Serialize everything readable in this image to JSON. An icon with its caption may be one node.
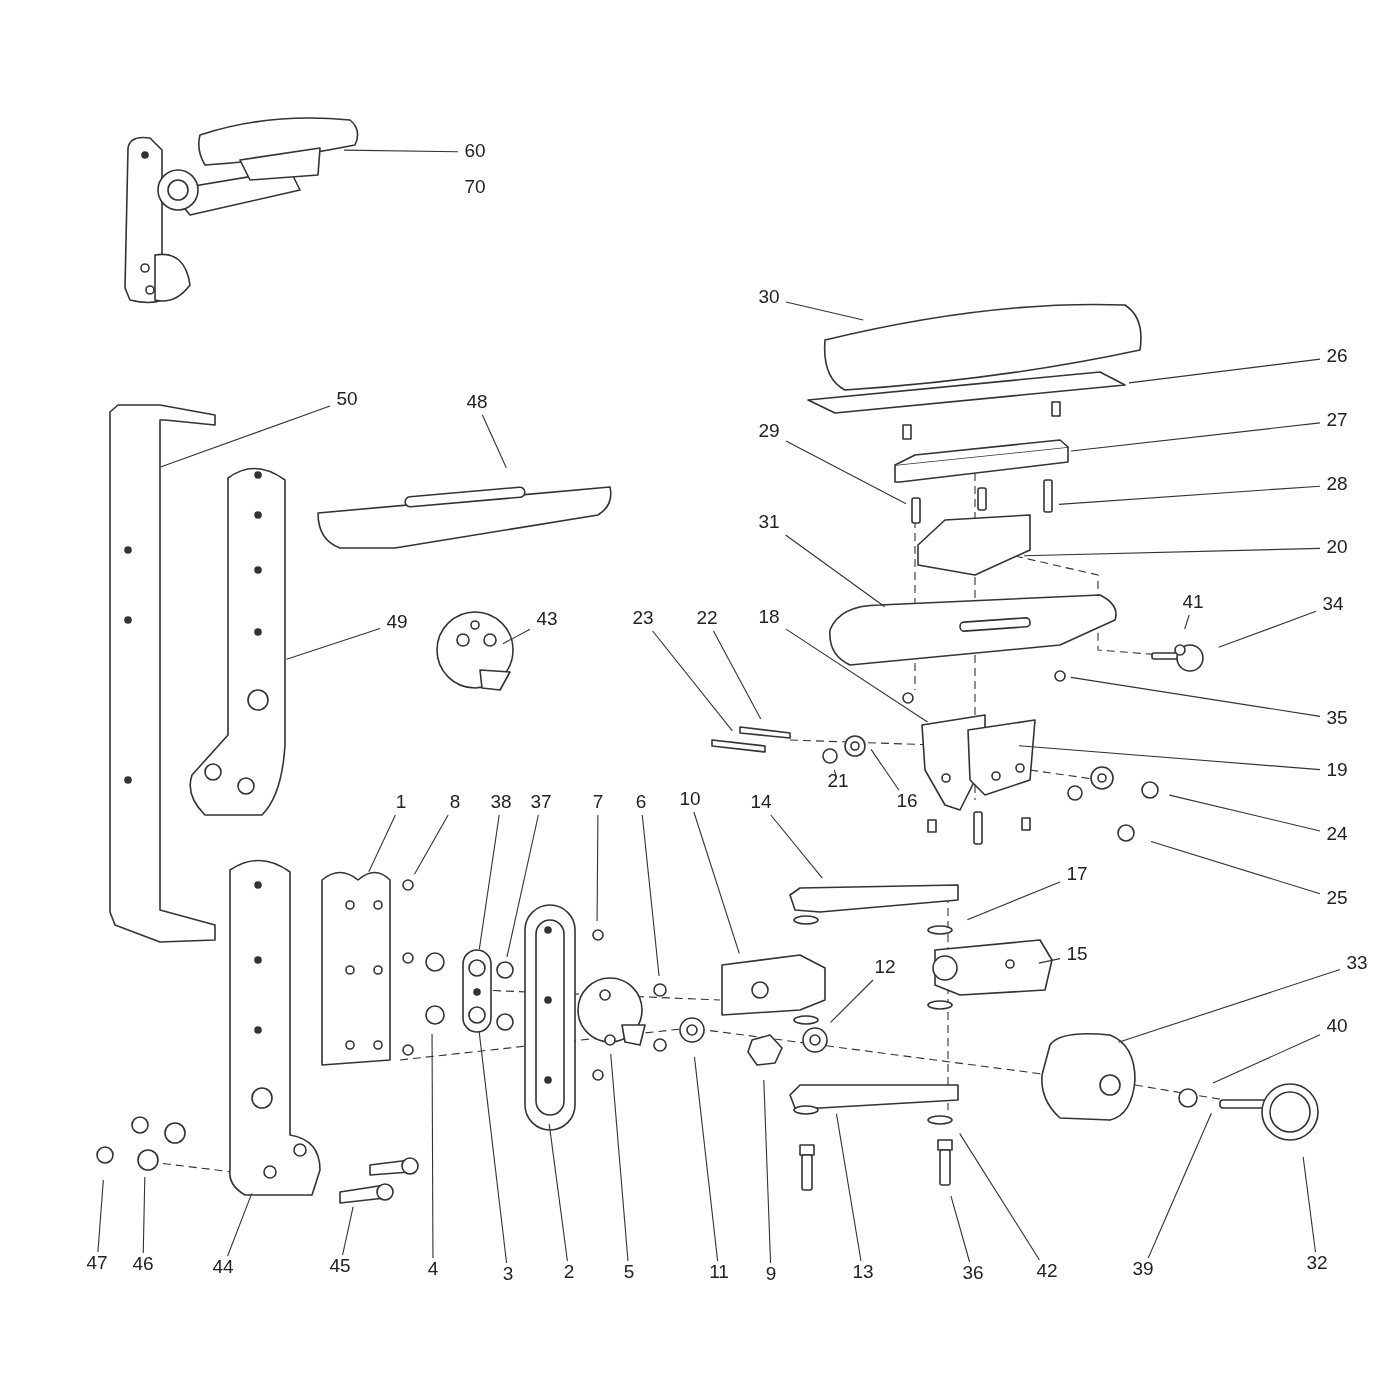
{
  "diagram": {
    "nodes": [
      {
        "text": [
          "60"
        ]
      },
      {
        "text": [
          "70"
        ]
      },
      {
        "text": [
          "30"
        ]
      },
      {
        "text": [
          "26"
        ]
      },
      {
        "text": [
          "50"
        ]
      },
      {
        "text": [
          "48"
        ]
      },
      {
        "text": [
          "27"
        ]
      },
      {
        "text": [
          "29"
        ]
      },
      {
        "text": [
          "28"
        ]
      },
      {
        "text": [
          "31"
        ]
      },
      {
        "text": [
          "20"
        ]
      },
      {
        "text": [
          "41"
        ]
      },
      {
        "text": [
          "34"
        ]
      },
      {
        "text": [
          "23"
        ]
      },
      {
        "text": [
          "22"
        ]
      },
      {
        "text": [
          "18"
        ]
      },
      {
        "text": [
          "43"
        ]
      },
      {
        "text": [
          "49"
        ]
      },
      {
        "text": [
          "35"
        ]
      },
      {
        "text": [
          "19"
        ]
      },
      {
        "text": [
          "21"
        ]
      },
      {
        "text": [
          "16"
        ]
      },
      {
        "text": [
          "10"
        ]
      },
      {
        "text": [
          "1"
        ]
      },
      {
        "text": [
          "8"
        ]
      },
      {
        "text": [
          "38"
        ]
      },
      {
        "text": [
          "37"
        ]
      },
      {
        "text": [
          "7"
        ]
      },
      {
        "text": [
          "6"
        ]
      },
      {
        "text": [
          "14"
        ]
      },
      {
        "text": [
          "24"
        ]
      },
      {
        "text": [
          "17"
        ]
      },
      {
        "text": [
          "25"
        ]
      },
      {
        "text": [
          "15"
        ]
      },
      {
        "text": [
          "33"
        ]
      },
      {
        "text": [
          "12"
        ]
      },
      {
        "text": [
          "40"
        ]
      },
      {
        "text": [
          "47"
        ]
      },
      {
        "text": [
          "46"
        ]
      },
      {
        "text": [
          "44"
        ]
      },
      {
        "text": [
          "45"
        ]
      },
      {
        "text": [
          "4"
        ]
      },
      {
        "text": [
          "3"
        ]
      },
      {
        "text": [
          "2"
        ]
      },
      {
        "text": [
          "5"
        ]
      },
      {
        "text": [
          "11"
        ]
      },
      {
        "text": [
          "9"
        ]
      },
      {
        "text": [
          "13"
        ]
      },
      {
        "text": [
          "36"
        ]
      },
      {
        "text": [
          "42"
        ]
      },
      {
        "text": [
          "39"
        ]
      },
      {
        "text": [
          "32"
        ]
      }
    ],
    "edges": [
      {
        "from": 0,
        "to": null,
        "arrow": "none"
      },
      {
        "from": 2,
        "to": null,
        "arrow": "none"
      },
      {
        "from": 3,
        "to": null,
        "arrow": "none"
      },
      {
        "from": 4,
        "to": null,
        "arrow": "none"
      },
      {
        "from": 5,
        "to": null,
        "arrow": "none"
      },
      {
        "from": 6,
        "to": null,
        "arrow": "none"
      },
      {
        "from": 7,
        "to": null,
        "arrow": "none"
      },
      {
        "from": 8,
        "to": null,
        "arrow": "none"
      },
      {
        "from": 9,
        "to": null,
        "arrow": "none"
      },
      {
        "from": 10,
        "to": null,
        "arrow": "none"
      },
      {
        "from": 11,
        "to": null,
        "arrow": "none"
      },
      {
        "from": 12,
        "to": null,
        "arrow": "none"
      },
      {
        "from": 13,
        "to": null,
        "arrow": "none"
      },
      {
        "from": 14,
        "to": null,
        "arrow": "none"
      },
      {
        "from": 15,
        "to": null,
        "arrow": "none"
      },
      {
        "from": 16,
        "to": null,
        "arrow": "none"
      },
      {
        "from": 17,
        "to": null,
        "arrow": "none"
      },
      {
        "from": 18,
        "to": null,
        "arrow": "none"
      },
      {
        "from": 19,
        "to": null,
        "arrow": "none"
      },
      {
        "from": 20,
        "to": null,
        "arrow": "none"
      },
      {
        "from": 21,
        "to": null,
        "arrow": "none"
      },
      {
        "from": 22,
        "to": null,
        "arrow": "none"
      },
      {
        "from": 23,
        "to": null,
        "arrow": "none"
      },
      {
        "from": 24,
        "to": null,
        "arrow": "none"
      },
      {
        "from": 25,
        "to": null,
        "arrow": "none"
      },
      {
        "from": 26,
        "to": null,
        "arrow": "none"
      },
      {
        "from": 27,
        "to": null,
        "arrow": "none"
      },
      {
        "from": 28,
        "to": null,
        "arrow": "none"
      },
      {
        "from": 29,
        "to": null,
        "arrow": "none"
      },
      {
        "from": 30,
        "to": null,
        "arrow": "none"
      },
      {
        "from": 31,
        "to": null,
        "arrow": "none"
      },
      {
        "from": 32,
        "to": null,
        "arrow": "none"
      },
      {
        "from": 33,
        "to": null,
        "arrow": "none"
      },
      {
        "from": 34,
        "to": null,
        "arrow": "none"
      },
      {
        "from": 35,
        "to": null,
        "arrow": "none"
      },
      {
        "from": 36,
        "to": null,
        "arrow": "none"
      },
      {
        "from": 37,
        "to": null,
        "arrow": "none"
      },
      {
        "from": 38,
        "to": null,
        "arrow": "none"
      },
      {
        "from": 39,
        "to": null,
        "arrow": "none"
      },
      {
        "from": 40,
        "to": null,
        "arrow": "none"
      },
      {
        "from": 41,
        "to": null,
        "arrow": "none"
      },
      {
        "from": 42,
        "to": null,
        "arrow": "none"
      },
      {
        "from": 43,
        "to": null,
        "arrow": "none"
      },
      {
        "from": 44,
        "to": null,
        "arrow": "none"
      },
      {
        "from": 45,
        "to": null,
        "arrow": "none"
      },
      {
        "from": 46,
        "to": null,
        "arrow": "none"
      },
      {
        "from": 47,
        "to": null,
        "arrow": "none"
      },
      {
        "from": 48,
        "to": null,
        "arrow": "none"
      },
      {
        "from": 49,
        "to": null,
        "arrow": "none"
      },
      {
        "from": 50,
        "to": null,
        "arrow": "none"
      },
      {
        "from": 51,
        "to": null,
        "arrow": "none"
      }
    ]
  }
}
